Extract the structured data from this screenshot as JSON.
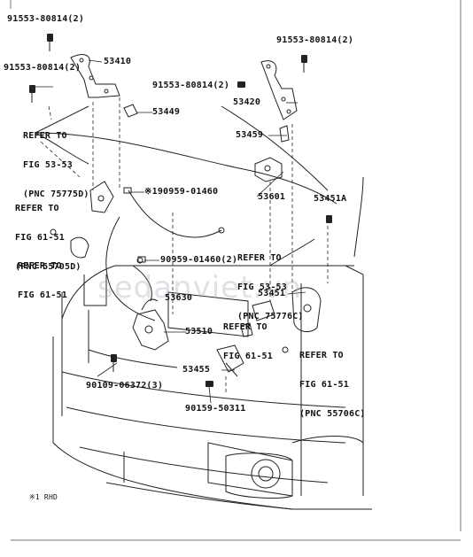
{
  "parts": {
    "p_91553_top_left": "91553-80814(2)",
    "p_91553_left": "91553-80814(2)",
    "p_53410": "53410",
    "p_53449": "53449",
    "p_91553_top_right": "91553-80814(2)",
    "p_91553_mid_right": "91553-80814(2)",
    "p_53420": "53420",
    "p_53459": "53459",
    "p_90959_01460": "90959-01460",
    "p_90959_01460_2": "90959-01460(2)",
    "p_53601": "53601",
    "p_53451A": "53451A",
    "p_53630": "53630",
    "p_53451": "53451",
    "p_53510": "53510",
    "p_90109": "90109-06372(3)",
    "p_53455": "53455",
    "p_90159": "90159-50311"
  },
  "rhd_mark": "※1",
  "refs": {
    "r1": [
      "REFER TO",
      "FIG 53-53",
      "(PNC 75775D)"
    ],
    "r2": [
      "REFER TO",
      "FIG 61-51",
      "(PNC 55705D)"
    ],
    "r3": [
      "REFER TO",
      "FIG 61-51"
    ],
    "r4": [
      "REFER TO",
      "FIG 53-53",
      "(PNC 75776C)"
    ],
    "r5": [
      "REFER TO",
      "FIG 61-51"
    ],
    "r6": [
      "REFER TO",
      "FIG 61-51",
      "(PNC 55706C)"
    ]
  },
  "footnote": "※1 RHD",
  "watermark": "sedanviet.vn"
}
